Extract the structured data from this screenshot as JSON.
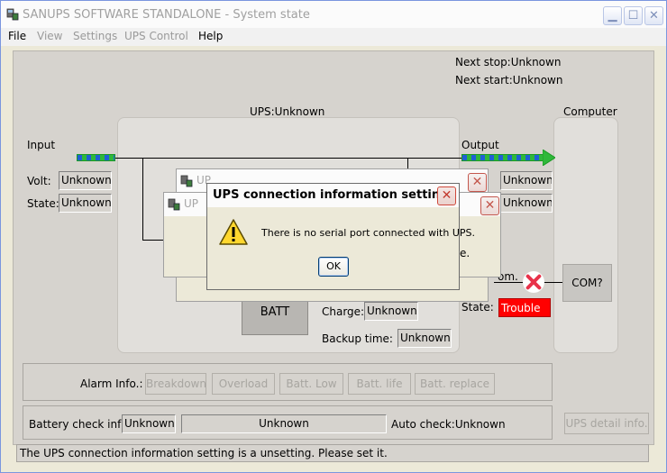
{
  "window": {
    "title": "SANUPS SOFTWARE STANDALONE - System state"
  },
  "menu": {
    "file": "File",
    "view": "View",
    "settings": "Settings",
    "ups_control": "UPS Control",
    "help": "Help"
  },
  "schedule": {
    "next_stop": "Next stop:Unknown",
    "next_start": "Next start:Unknown"
  },
  "ups": {
    "title": "UPS:Unknown",
    "input_label": "Input",
    "output_label": "Output",
    "volt_label": "Volt:",
    "state_label": "State:",
    "input_volt": "Unknown",
    "input_state": "Unknown",
    "output_volt": "Unknown",
    "output_state": "Unknown",
    "batt_label": "BATT",
    "charge_label": "Charge:",
    "charge_value": "Unknown",
    "backup_label": "Backup time:",
    "backup_value": "Unknown"
  },
  "computer": {
    "title": "Computer",
    "com_label_partial": "om.",
    "state_label": "State:",
    "state_value": "Trouble",
    "com_box": "COM?"
  },
  "alarm": {
    "label": "Alarm Info.:",
    "buttons": [
      "Breakdown",
      "Overload",
      "Batt. Low",
      "Batt. life",
      "Batt. replace"
    ]
  },
  "battery_check": {
    "label": "Battery check info.:",
    "value1": "Unknown",
    "value2": "Unknown",
    "auto_check": "Auto check:Unknown"
  },
  "detail_button": "UPS detail info.",
  "status_bar": "The UPS connection information setting is a unsetting. Please set it.",
  "bg_dialog": {
    "title_partial_1": "UP",
    "title_partial_2": "UP",
    "partial_text": "e."
  },
  "modal": {
    "title": "UPS connection information setting",
    "message": "There is no serial port connected with UPS.",
    "ok_label": "OK"
  },
  "colors": {
    "trouble": "#ff0000",
    "pipe_green": "#2fb83a",
    "pipe_blue": "#1f5fd6"
  }
}
